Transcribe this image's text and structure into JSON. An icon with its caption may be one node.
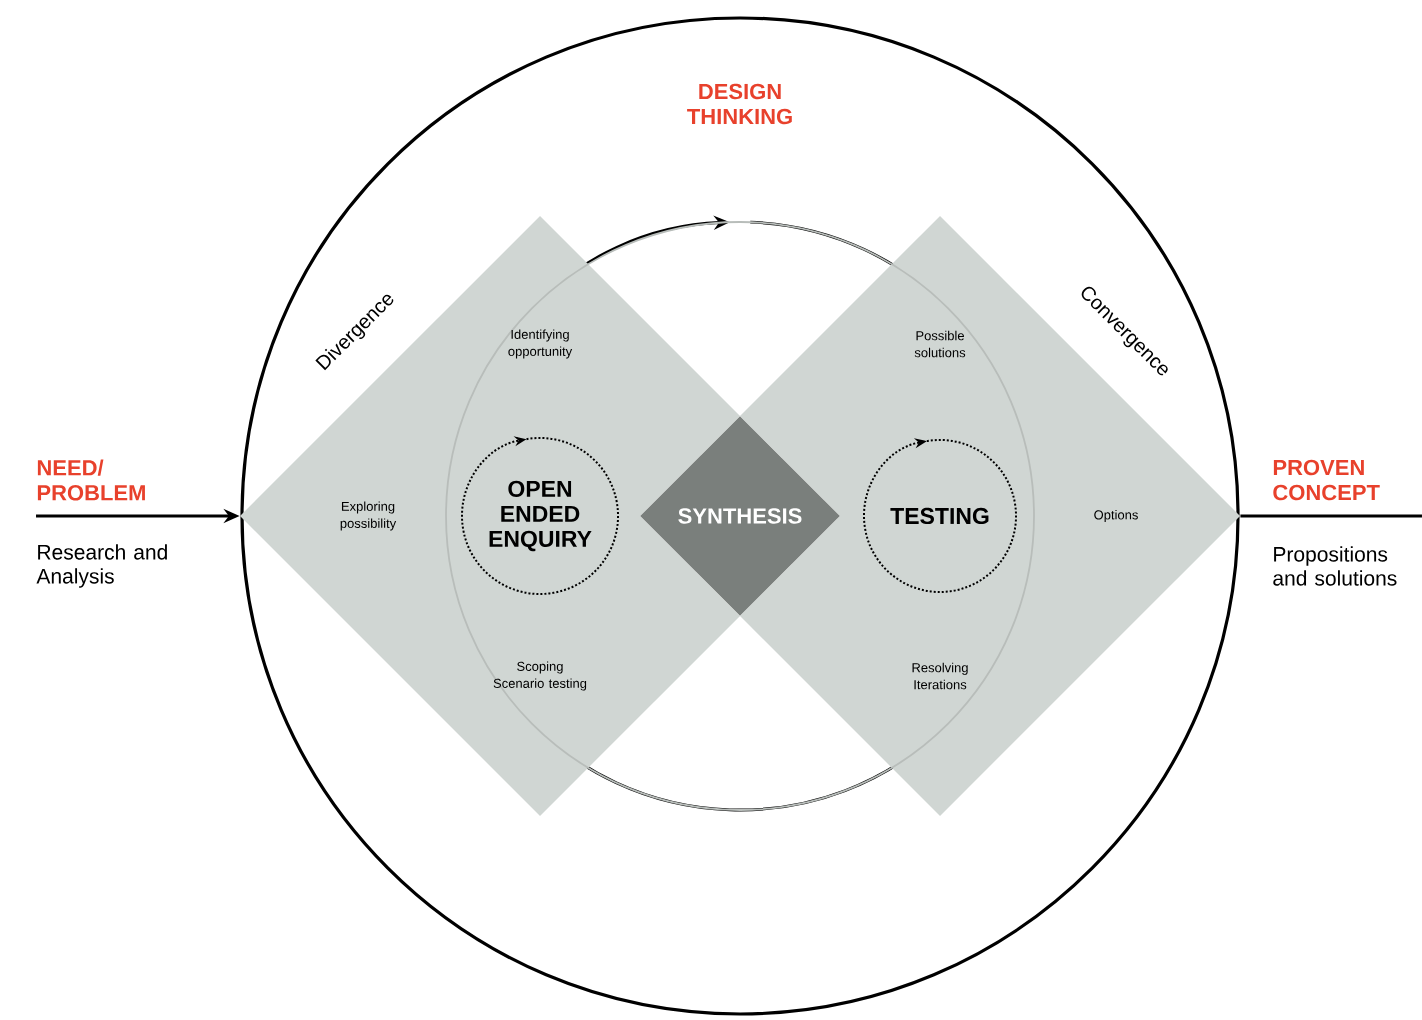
{
  "diagram": {
    "nodes": [
      {
        "text": [
          "DESIGN THINKING"
        ]
      },
      {
        "text": [
          "Divergence",
          "Identifying opportunity",
          "Exploring possibility",
          "Scoping Scenario testing"
        ],
        "in": 0
      },
      {
        "text": [
          "Convergence",
          "Possible solutions",
          "Options",
          "Resolving Iterations"
        ],
        "in": 0
      },
      {
        "text": [
          "OPEN ENDED ENQUIRY"
        ],
        "in": 1
      },
      {
        "text": [
          "SYNTHESIS"
        ],
        "in": 0
      },
      {
        "text": [
          "TESTING"
        ],
        "in": 2
      },
      {
        "text": [
          "NEED/ PROBLEM"
        ],
        "beside": [
          "Research and Analysis"
        ]
      },
      {
        "text": [
          "PROVEN CONCEPT"
        ],
        "beside": [
          "Propositions and solutions"
        ]
      }
    ],
    "edges": [
      {
        "from": 6,
        "to": 1,
        "arrow": "to"
      },
      {
        "from": 2,
        "to": 7,
        "arrow": "none"
      }
    ]
  }
}
